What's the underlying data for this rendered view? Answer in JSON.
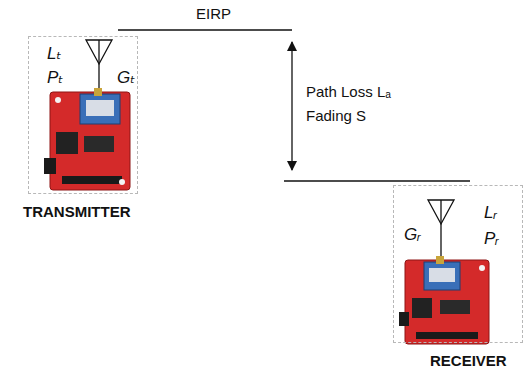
{
  "diagram": {
    "nodes": [
      {
        "text": [
          "Lₜ",
          "Pₜ",
          "Gₜ",
          "TRANSMITTER"
        ]
      },
      {
        "text": [
          "Gᵣ",
          "Lᵣ",
          "Pᵣ",
          "RECEIVER"
        ]
      }
    ],
    "labels": [
      "EIRP",
      "Path Loss Lₐ",
      "Fading S"
    ]
  }
}
